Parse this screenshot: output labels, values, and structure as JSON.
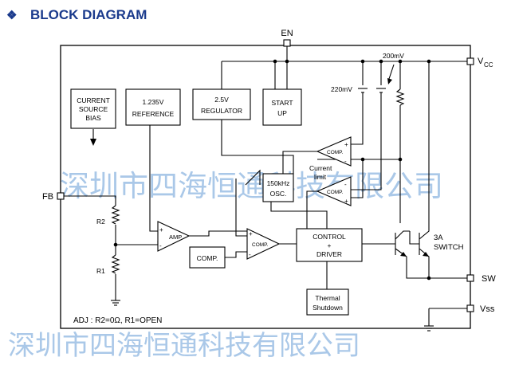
{
  "title": "BLOCK DIAGRAM",
  "title_bullet": "❖",
  "colors": {
    "title": "#1a3a8c",
    "watermark": "#aac8e8",
    "lines": "#000000"
  },
  "pins": {
    "en": "EN",
    "vcc_main": "V",
    "vcc_sub": "CC",
    "fb": "FB",
    "sw": "SW",
    "vss": "Vss"
  },
  "blocks": {
    "current_source_bias": [
      "CURRENT",
      "SOURCE",
      "BIAS"
    ],
    "reference": [
      "1.235V",
      "REFERENCE"
    ],
    "regulator": [
      "2.5V",
      "REGULATOR"
    ],
    "start_up": [
      "START",
      "UP"
    ],
    "oscillator": [
      "150kHz",
      "OSC."
    ],
    "amp": "AMP",
    "comp_block": "COMP.",
    "control_driver": [
      "CONTROL",
      "+",
      "DRIVER"
    ],
    "thermal_shutdown": [
      "Thermal",
      "Shutdown"
    ],
    "comparator_top": "COMP.",
    "comparator_mid": "COMP.",
    "comparator_main": "COMP."
  },
  "labels": {
    "v220": "220mV",
    "v200": "200mV",
    "current_limit": [
      "Current",
      "limit"
    ],
    "switch": [
      "3A",
      "SWITCH"
    ],
    "r2": "R2",
    "r1": "R1",
    "adj": "ADJ : R2=0Ω, R1=OPEN",
    "plus": "+",
    "minus": "-"
  },
  "watermark": "深圳市四海恒通科技有限公司"
}
